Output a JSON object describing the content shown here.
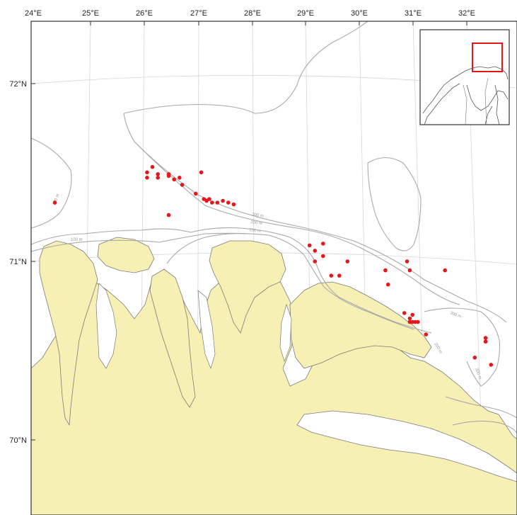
{
  "map": {
    "lon_labels": [
      "24°E",
      "25°E",
      "26°E",
      "27°E",
      "28°E",
      "29°E",
      "30°E",
      "31°E",
      "32°E"
    ],
    "lat_labels": [
      "72°N",
      "71°N",
      "70°N"
    ],
    "contour_labels": [
      "300 m",
      "200 m",
      "100 m",
      "100 m",
      "200 m",
      "300 m",
      "200 m",
      "300 m"
    ],
    "colors": {
      "land": "#f7f0b5",
      "sea": "#ffffff",
      "sample_points": "#e8161b",
      "inset_highlight": "#e8161b",
      "contours": "#a9a9a9",
      "graticule": "#d6d6d6"
    },
    "inset": {
      "description_icon": "overview-map-icon"
    },
    "sample_sites": [
      {
        "lon": 24.4,
        "lat": 71.33
      },
      {
        "lon": 26.1,
        "lat": 71.5
      },
      {
        "lon": 26.1,
        "lat": 71.47
      },
      {
        "lon": 26.2,
        "lat": 71.53
      },
      {
        "lon": 26.3,
        "lat": 71.49
      },
      {
        "lon": 26.3,
        "lat": 71.47
      },
      {
        "lon": 26.5,
        "lat": 71.49
      },
      {
        "lon": 26.5,
        "lat": 71.48
      },
      {
        "lon": 26.6,
        "lat": 71.46
      },
      {
        "lon": 26.7,
        "lat": 71.47
      },
      {
        "lon": 26.75,
        "lat": 71.43
      },
      {
        "lon": 27.0,
        "lat": 71.38
      },
      {
        "lon": 27.1,
        "lat": 71.5
      },
      {
        "lon": 27.15,
        "lat": 71.35
      },
      {
        "lon": 27.2,
        "lat": 71.34
      },
      {
        "lon": 27.25,
        "lat": 71.35
      },
      {
        "lon": 27.3,
        "lat": 71.33
      },
      {
        "lon": 27.4,
        "lat": 71.33
      },
      {
        "lon": 27.5,
        "lat": 71.34
      },
      {
        "lon": 27.6,
        "lat": 71.33
      },
      {
        "lon": 27.7,
        "lat": 71.32
      },
      {
        "lon": 26.5,
        "lat": 71.26
      },
      {
        "lon": 29.1,
        "lat": 71.09
      },
      {
        "lon": 29.2,
        "lat": 71.06
      },
      {
        "lon": 29.35,
        "lat": 71.1
      },
      {
        "lon": 29.35,
        "lat": 71.03
      },
      {
        "lon": 29.2,
        "lat": 71.0
      },
      {
        "lon": 29.5,
        "lat": 70.92
      },
      {
        "lon": 29.65,
        "lat": 70.92
      },
      {
        "lon": 29.8,
        "lat": 71.0
      },
      {
        "lon": 30.5,
        "lat": 70.95
      },
      {
        "lon": 30.55,
        "lat": 70.87
      },
      {
        "lon": 30.9,
        "lat": 71.0
      },
      {
        "lon": 30.95,
        "lat": 70.95
      },
      {
        "lon": 31.6,
        "lat": 70.95
      },
      {
        "lon": 30.85,
        "lat": 70.71
      },
      {
        "lon": 30.95,
        "lat": 70.68
      },
      {
        "lon": 30.95,
        "lat": 70.66
      },
      {
        "lon": 31.0,
        "lat": 70.66
      },
      {
        "lon": 31.05,
        "lat": 70.66
      },
      {
        "lon": 31.1,
        "lat": 70.66
      },
      {
        "lon": 31.0,
        "lat": 70.7
      },
      {
        "lon": 31.25,
        "lat": 70.59
      },
      {
        "lon": 32.35,
        "lat": 70.57
      },
      {
        "lon": 32.35,
        "lat": 70.55
      },
      {
        "lon": 32.15,
        "lat": 70.46
      },
      {
        "lon": 32.45,
        "lat": 70.42
      }
    ]
  }
}
